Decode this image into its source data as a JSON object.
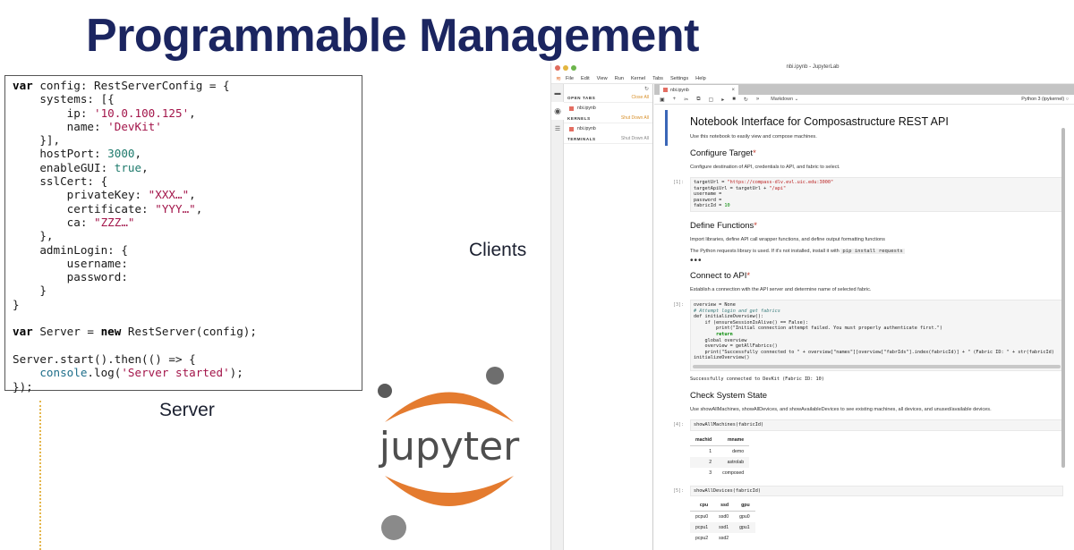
{
  "slide": {
    "title": "Programmable Management",
    "server_label": "Server",
    "clients_label": "Clients",
    "logo_text": "jupyter",
    "colors": {
      "title": "#1b2560",
      "jupyter_orange": "#e47b2f",
      "jupyter_gray": "#4e4e4e"
    }
  },
  "server_code": {
    "lines": [
      "var config: RestServerConfig = {",
      "    systems: [{",
      "        ip: '10.0.100.125',",
      "        name: 'DevKit'",
      "    }],",
      "    hostPort: 3000,",
      "    enableGUI: true,",
      "    sslCert: {",
      "        privateKey: \"XXX…\",",
      "        certificate: \"YYY…\",",
      "        ca: \"ZZZ…\"",
      "    },",
      "    adminLogin: {",
      "        username:",
      "        password:",
      "    }",
      "}",
      "",
      "var Server = new RestServer(config);",
      "",
      "Server.start().then(() => {",
      "    console.log('Server started');",
      "});"
    ]
  },
  "jupyterlab": {
    "window_title": "nbi.ipynb - JupyterLab",
    "menu": [
      "File",
      "Edit",
      "View",
      "Run",
      "Kernel",
      "Tabs",
      "Settings",
      "Help"
    ],
    "sidebar": {
      "sections": [
        {
          "header": "OPEN TABS",
          "action": "Close All",
          "items": [
            "nbi.ipynb"
          ]
        },
        {
          "header": "KERNELS",
          "action": "Shut Down All",
          "items": [
            "nbi.ipynb"
          ]
        },
        {
          "header": "TERMINALS",
          "action": "Shut Down All",
          "items": []
        }
      ]
    },
    "tab": {
      "label": "nbi.ipynb",
      "close": "×"
    },
    "toolbar": {
      "cell_type": "Markdown",
      "kernel": "Python 3 (ipykernel)"
    },
    "notebook": {
      "title": "Notebook Interface for Composastructure REST API",
      "intro": "Use this notebook to easily view and compose machines.",
      "configure": {
        "heading": "Configure Target",
        "desc": "Configure destination of API, credentials to API, and fabric to select.",
        "prompt": "[1]:",
        "code": {
          "l1_a": "targetUrl = ",
          "l1_b": "\"https://compass-dlv.evl.uic.edu:3000\"",
          "l2_a": "targetApiUrl = targetUrl + ",
          "l2_b": "\"/api\"",
          "l3": "username = ",
          "l4": "password = ",
          "l5_a": "fabricId = ",
          "l5_b": "10"
        }
      },
      "define": {
        "heading": "Define Functions",
        "desc": "Import libraries, define API call wrapper functions, and define output formatting functions",
        "desc2": "The Python requests library is used. If it's not installed, install it with",
        "install_cmd": "pip install requests",
        "ellipsis": "•••"
      },
      "connect": {
        "heading": "Connect to API",
        "desc": "Establish a connection with the API server and determine name of selected fabric.",
        "prompt": "[3]:",
        "code_lines": [
          "overview = None",
          "# Attempt login and get fabrics",
          "def initializeOverview():",
          "    if (ensureSessionIsAlive() == False):",
          "        print(\"Initial connection attempt failed. You must properly authenticate first.\")",
          "        return",
          "    global overview",
          "    overview = getAllFabrics()",
          "    print(\"Successfully connected to \" + overview[\"names\"][overview[\"fabrIds\"].index(fabricId)] + \" (Fabric ID: \" + str(fabricId)",
          "initializeOverview()"
        ],
        "output": "Successfully connected to DevKit (Fabric ID: 10)"
      },
      "check": {
        "heading": "Check System State",
        "desc": "Use showAllMachines, showAllDevices, and showAvailableDevices to see existing machines, all devices, and unused/available devices.",
        "machines_prompt": "[4]:",
        "machines_code": "showAllMachines(fabricId)",
        "machines_table": {
          "columns": [
            "machid",
            "mname"
          ],
          "rows": [
            [
              "1",
              "demo"
            ],
            [
              "2",
              "astrolab"
            ],
            [
              "3",
              "composed"
            ]
          ]
        },
        "devices_prompt": "[5]:",
        "devices_code": "showAllDevices(fabricId)",
        "devices_table": {
          "columns": [
            "cpu",
            "ssd",
            "gpu"
          ],
          "rows": [
            [
              "pcpu0",
              "ssd0",
              "gpu0"
            ],
            [
              "pcpu1",
              "ssd1",
              "gpu1"
            ],
            [
              "pcpu2",
              "ssd2",
              ""
            ]
          ]
        }
      }
    }
  }
}
